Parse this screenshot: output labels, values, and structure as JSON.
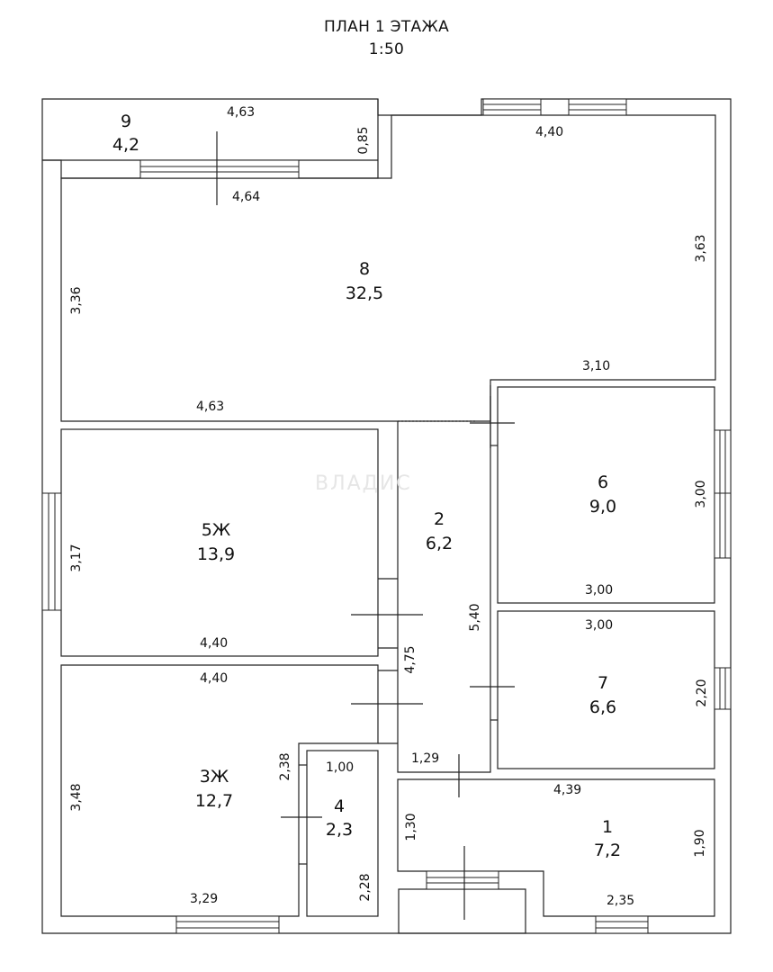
{
  "header": {
    "title": "ПЛАН 1 ЭТАЖА",
    "scale": "1:50"
  },
  "watermark": "ВЛАДИС",
  "rooms": [
    {
      "id": "9",
      "area": "4,2"
    },
    {
      "id": "8",
      "area": "32,5"
    },
    {
      "id": "5Ж",
      "area": "13,9"
    },
    {
      "id": "2",
      "area": "6,2"
    },
    {
      "id": "6",
      "area": "9,0"
    },
    {
      "id": "7",
      "area": "6,6"
    },
    {
      "id": "3Ж",
      "area": "12,7"
    },
    {
      "id": "4",
      "area": "2,3"
    },
    {
      "id": "1",
      "area": "7,2"
    }
  ],
  "dimensions": {
    "r9_top": "4,63",
    "r9_side": "0,85",
    "r8_top": "4,40",
    "r8_upper": "4,64",
    "r8_right": "3,63",
    "r8_left": "3,36",
    "r8_bottom": "4,63",
    "r6_top": "3,10",
    "r6_right": "3,00",
    "r6_bottom": "3,00",
    "r5_left": "3,17",
    "r5_bottom": "4,40",
    "r2_right": "5,40",
    "r2_left": "4,75",
    "r2_bottom": "1,29",
    "r7_top": "3,00",
    "r7_right": "2,20",
    "r3_top": "4,40",
    "r3_left": "3,48",
    "r3_right": "2,38",
    "r3_bottom": "3,29",
    "r4_top": "1,00",
    "r4_right": "2,28",
    "r1_top": "4,39",
    "r1_left": "1,30",
    "r1_right": "1,90",
    "r1_bottom": "2,35"
  }
}
